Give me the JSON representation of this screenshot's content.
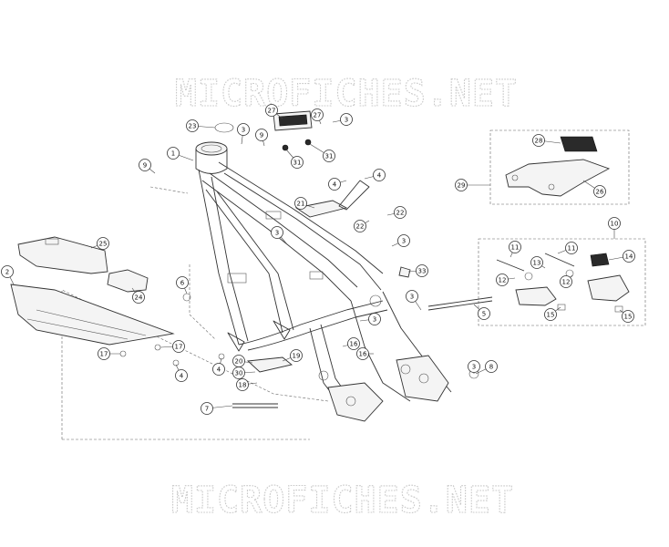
{
  "watermark": {
    "top_text": "MICROFICHES.NET",
    "bottom_text": "MICROFICHES.NET"
  },
  "callouts": [
    {
      "id": "c1",
      "label": "1"
    },
    {
      "id": "c2",
      "label": "2"
    },
    {
      "id": "c3a",
      "label": "3"
    },
    {
      "id": "c3b",
      "label": "3"
    },
    {
      "id": "c3c",
      "label": "3"
    },
    {
      "id": "c3d",
      "label": "3"
    },
    {
      "id": "c3e",
      "label": "3"
    },
    {
      "id": "c3f",
      "label": "3"
    },
    {
      "id": "c3g",
      "label": "3"
    },
    {
      "id": "c4a",
      "label": "4"
    },
    {
      "id": "c4b",
      "label": "4"
    },
    {
      "id": "c4c",
      "label": "4"
    },
    {
      "id": "c4d",
      "label": "4"
    },
    {
      "id": "c5",
      "label": "5"
    },
    {
      "id": "c6",
      "label": "6"
    },
    {
      "id": "c7",
      "label": "7"
    },
    {
      "id": "c8",
      "label": "8"
    },
    {
      "id": "c9a",
      "label": "9"
    },
    {
      "id": "c9b",
      "label": "9"
    },
    {
      "id": "c10",
      "label": "10"
    },
    {
      "id": "c11a",
      "label": "11"
    },
    {
      "id": "c11b",
      "label": "11"
    },
    {
      "id": "c12a",
      "label": "12"
    },
    {
      "id": "c12b",
      "label": "12"
    },
    {
      "id": "c13",
      "label": "13"
    },
    {
      "id": "c14",
      "label": "14"
    },
    {
      "id": "c15a",
      "label": "15"
    },
    {
      "id": "c15b",
      "label": "15"
    },
    {
      "id": "c16a",
      "label": "16"
    },
    {
      "id": "c16b",
      "label": "16"
    },
    {
      "id": "c17a",
      "label": "17"
    },
    {
      "id": "c17b",
      "label": "17"
    },
    {
      "id": "c18",
      "label": "18"
    },
    {
      "id": "c19",
      "label": "19"
    },
    {
      "id": "c20",
      "label": "20"
    },
    {
      "id": "c21",
      "label": "21"
    },
    {
      "id": "c22a",
      "label": "22"
    },
    {
      "id": "c22b",
      "label": "22"
    },
    {
      "id": "c23",
      "label": "23"
    },
    {
      "id": "c24",
      "label": "24"
    },
    {
      "id": "c25",
      "label": "25"
    },
    {
      "id": "c26",
      "label": "26"
    },
    {
      "id": "c27a",
      "label": "27"
    },
    {
      "id": "c27b",
      "label": "27"
    },
    {
      "id": "c28",
      "label": "28"
    },
    {
      "id": "c29",
      "label": "29"
    },
    {
      "id": "c30",
      "label": "30"
    },
    {
      "id": "c31a",
      "label": "31"
    },
    {
      "id": "c31b",
      "label": "31"
    },
    {
      "id": "c33",
      "label": "33"
    }
  ]
}
